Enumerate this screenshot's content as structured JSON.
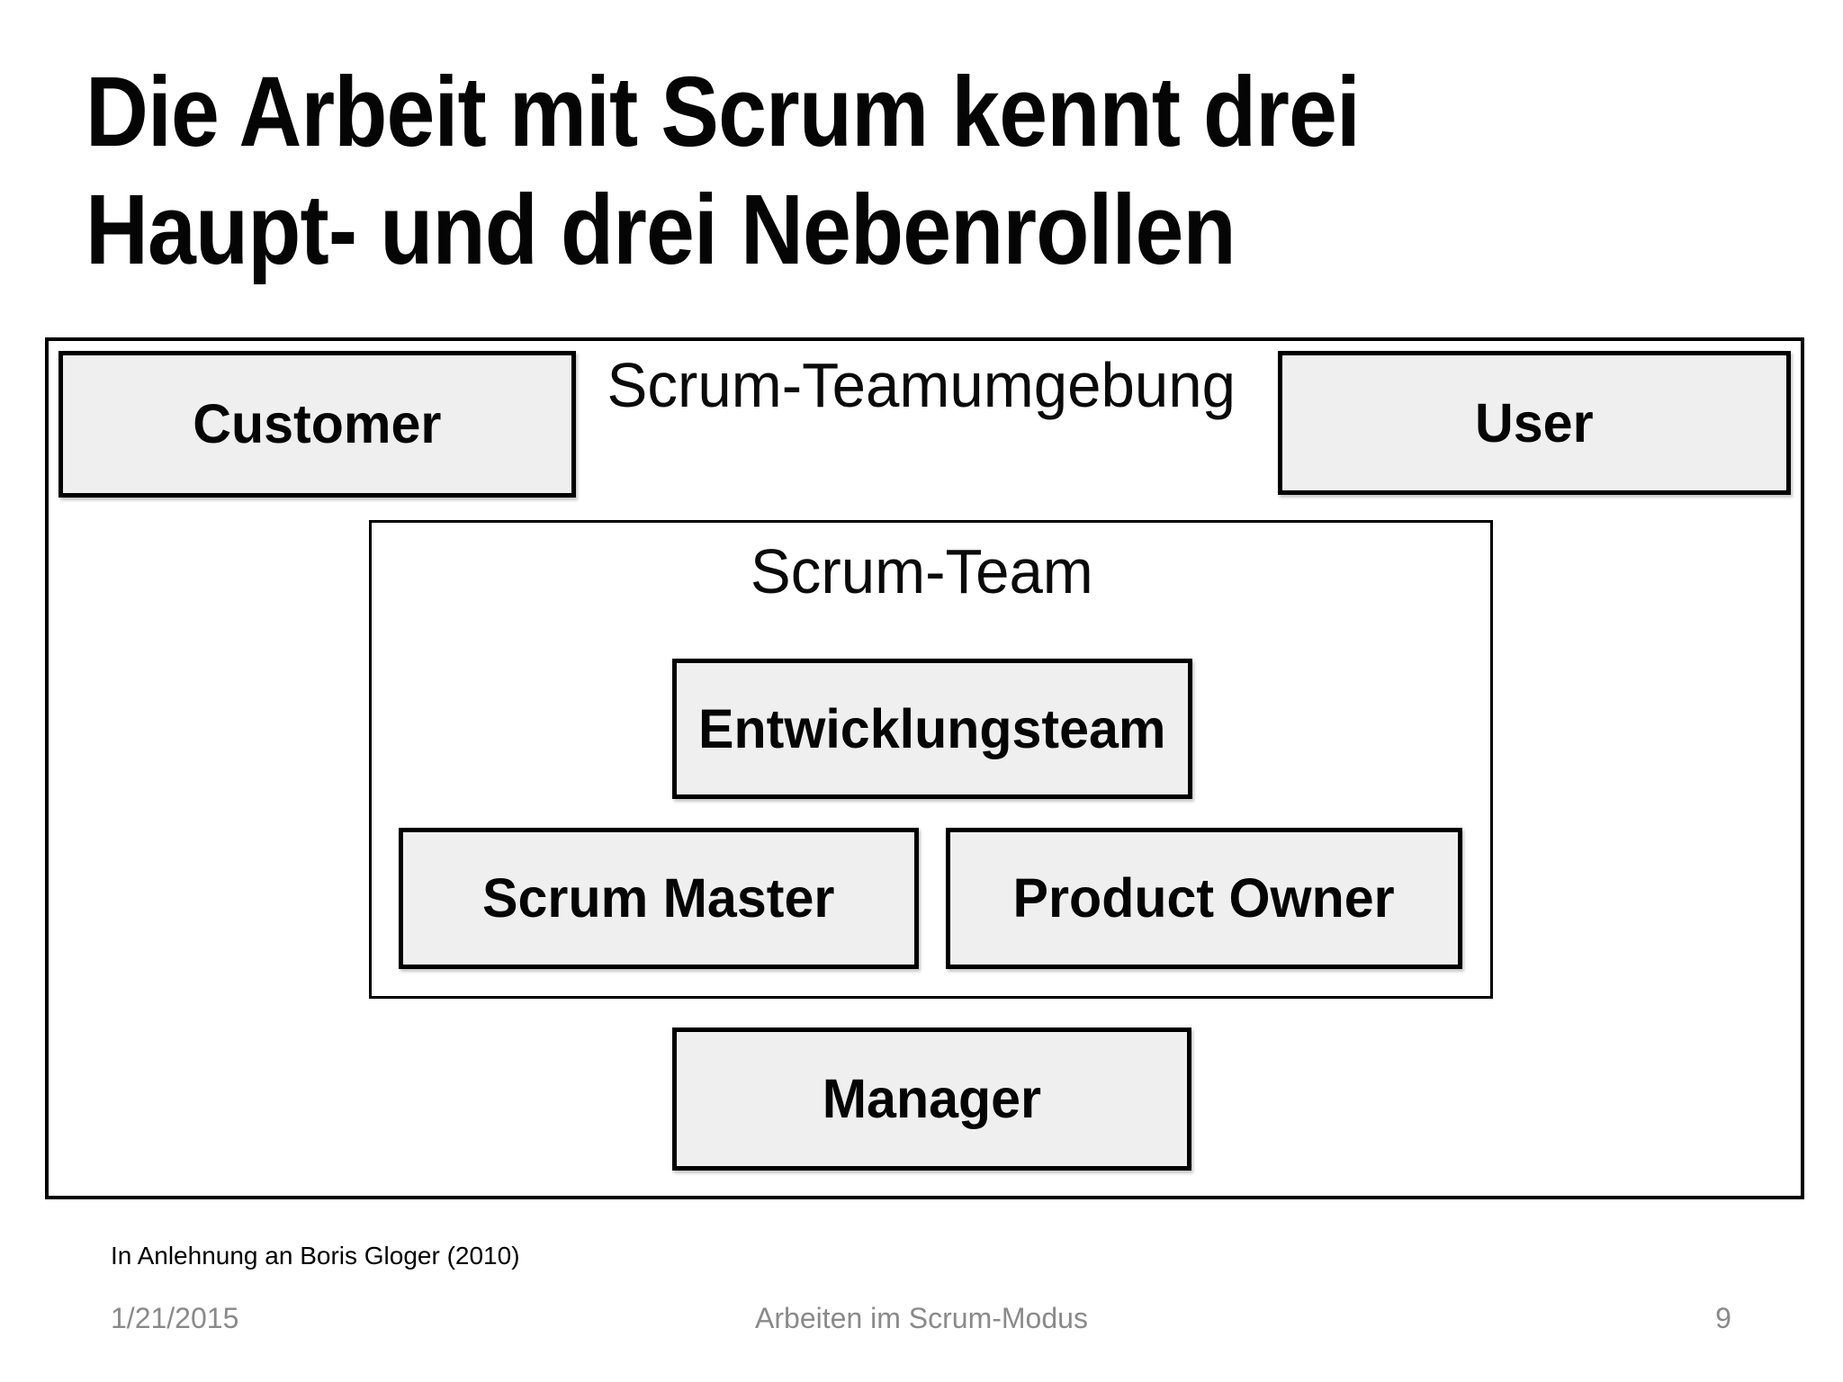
{
  "slide": {
    "title": {
      "line1": "Die Arbeit mit Scrum kennt drei",
      "line2": "Haupt- und drei Nebenrollen"
    },
    "diagram": {
      "environment_label": "Scrum-Teamumgebung",
      "team_label": "Scrum-Team",
      "roles": {
        "customer": "Customer",
        "user": "User",
        "development_team": "Entwicklungsteam",
        "scrum_master": "Scrum Master",
        "product_owner": "Product Owner",
        "manager": "Manager"
      }
    },
    "attribution": "In Anlehnung an Boris Gloger (2010)",
    "footer": {
      "date": "1/21/2015",
      "title": "Arbeiten im Scrum-Modus",
      "page_number": "9"
    },
    "colors": {
      "background": "#ffffff",
      "border": "#000000",
      "role_box_fill": "#efefef",
      "title_text": "#050505",
      "footer_text": "#8a8a8a"
    }
  }
}
